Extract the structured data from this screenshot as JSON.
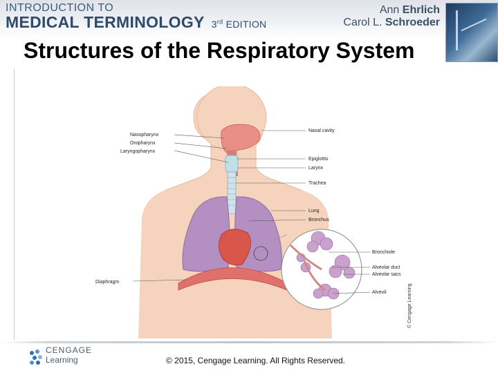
{
  "header": {
    "book_title_line1": "INTRODUCTION TO",
    "book_title_line2": "MEDICAL TERMINOLOGY",
    "edition_number": "3",
    "edition_suffix": "rd",
    "edition_word": "EDITION",
    "author1_first": "Ann ",
    "author1_last": "Ehrlich",
    "author2_first": "Carol L. ",
    "author2_last": "Schroeder"
  },
  "slide": {
    "title": "Structures of the Respiratory System"
  },
  "figure": {
    "credit": "© Cengage Learning",
    "labels_left": [
      "Nasopharynx",
      "Oropharynx",
      "Laryngopharynx",
      "Diaphragm"
    ],
    "labels_right": [
      "Nasal cavity",
      "Epiglottis",
      "Larynx",
      "Trachea",
      "Lung",
      "Bronchus",
      "Bronchiole",
      "Alveolar duct",
      "Alveolar sacs",
      "Alveoli"
    ]
  },
  "footer": {
    "logo_word1": "CENGAGE",
    "logo_word2": "Learning",
    "copyright": "© 2015, Cengage Learning. All Rights Reserved."
  },
  "colors": {
    "title_blue": "#2f4a6a",
    "skin": "#f6d3bd",
    "lung": "#b48fc2",
    "heart": "#d9564a",
    "diaphragm": "#e0706a"
  }
}
